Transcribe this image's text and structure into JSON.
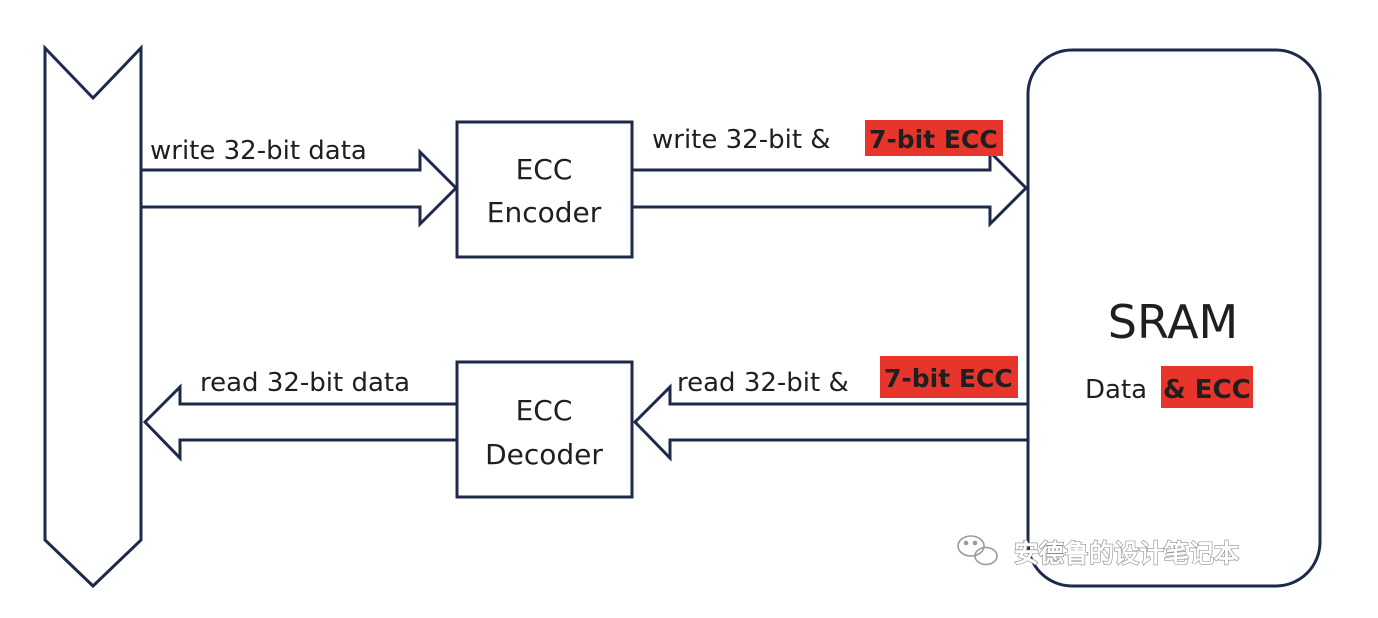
{
  "colors": {
    "line": "#1e2a4a",
    "highlight": "#e8352b",
    "text": "#1f1f1f"
  },
  "write_path": {
    "input_label": "write 32-bit data",
    "output_label_plain": "write 32-bit &",
    "output_label_highlight": "7-bit ECC"
  },
  "read_path": {
    "output_label": "read 32-bit data",
    "input_label_plain": "read 32-bit &",
    "input_label_highlight": "7-bit ECC"
  },
  "encoder": {
    "line1": "ECC",
    "line2": "Encoder"
  },
  "decoder": {
    "line1": "ECC",
    "line2": "Decoder"
  },
  "sram": {
    "title": "SRAM",
    "subtitle_plain": "Data",
    "subtitle_highlight": "& ECC"
  },
  "watermark": {
    "icon": "wechat-icon",
    "text": "安德鲁的设计笔记本"
  }
}
